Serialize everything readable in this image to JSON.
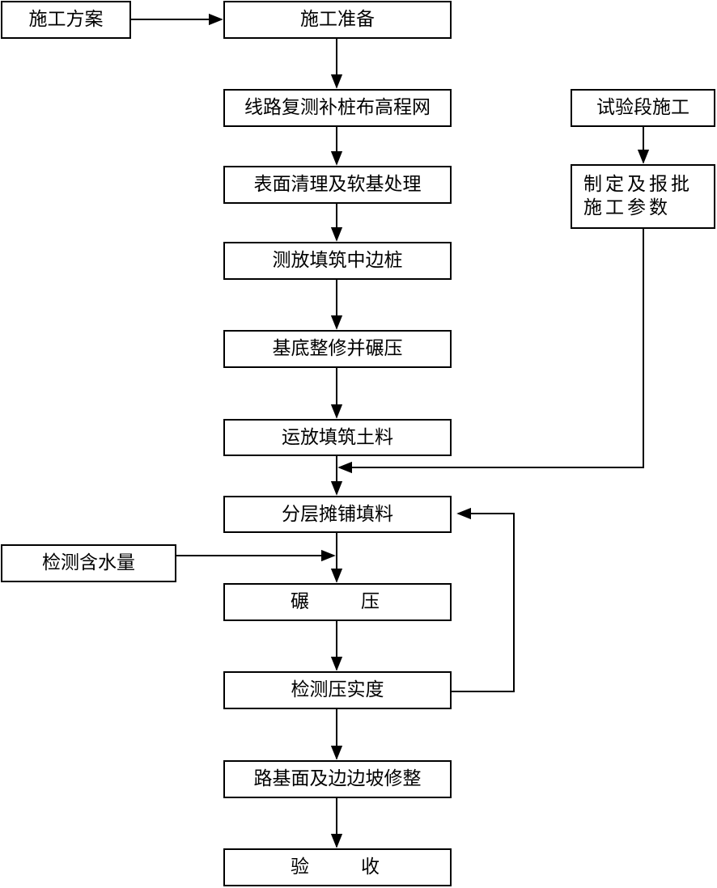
{
  "diagram": {
    "nodes": {
      "plan": "施工方案",
      "prep": "施工准备",
      "survey": "线路复测补桩布高程网",
      "clear": "表面清理及软基处理",
      "stake": "测放填筑中边桩",
      "base": "基底整修并碾压",
      "haul": "运放填筑土料",
      "spread": "分层摊铺填料",
      "moisture": "检测含水量",
      "roll": "碾　　压",
      "density": "检测压实度",
      "trim": "路基面及边边坡修整",
      "accept": "验　　收",
      "trial": "试验段施工",
      "params": "制定及报批施工参数"
    }
  }
}
